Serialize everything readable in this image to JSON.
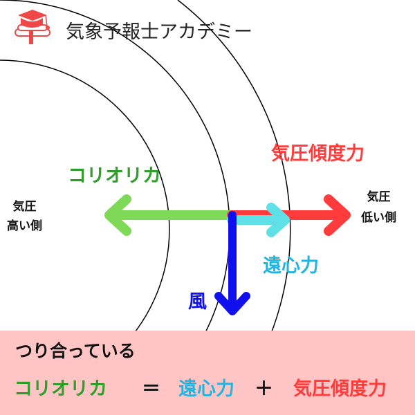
{
  "header": {
    "title": "気象予報士アカデミー",
    "logo_icon": "graduation-cap-diploma-icon"
  },
  "diagram": {
    "high_pressure_label": [
      "気圧",
      "高い側"
    ],
    "low_pressure_label": [
      "気圧",
      "低い側"
    ],
    "coriolis": "コリオリカ",
    "pressure_gradient": "気圧傾度力",
    "centrifugal": "遠心力",
    "wind": "風"
  },
  "summary": {
    "title": "つり合っている",
    "lhs": "コリオリカ",
    "eq": "＝",
    "term1": "遠心力",
    "plus": "＋",
    "term2": "気圧傾度力"
  },
  "colors": {
    "green": "#2e9e2a",
    "lightgreen": "#7ed957",
    "red": "#ff3b3b",
    "cyan": "#5ee0e6",
    "cyantext": "#20b5e0",
    "blue": "#1010ee",
    "band": "#ffc4c4"
  }
}
